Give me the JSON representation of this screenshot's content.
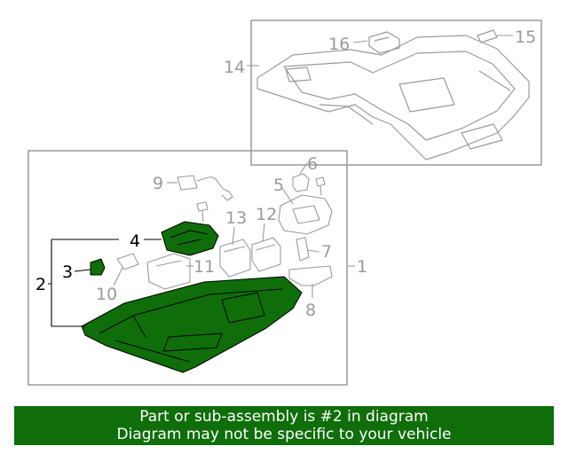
{
  "callouts": {
    "c1": "1",
    "c2": "2",
    "c3": "3",
    "c4": "4",
    "c5": "5",
    "c6": "6",
    "c7": "7",
    "c8": "8",
    "c9": "9",
    "c10": "10",
    "c11": "11",
    "c12": "12",
    "c13": "13",
    "c14": "14",
    "c15": "15",
    "c16": "16"
  },
  "banner": {
    "line1": "Part or sub-assembly is #2 in diagram",
    "line2": "Diagram may not be specific to your vehicle"
  },
  "colors": {
    "highlight": "#0f6e0a",
    "outline": "#9a9a9a",
    "banner_bg": "#0f6e0a",
    "banner_text": "#ffffff"
  }
}
